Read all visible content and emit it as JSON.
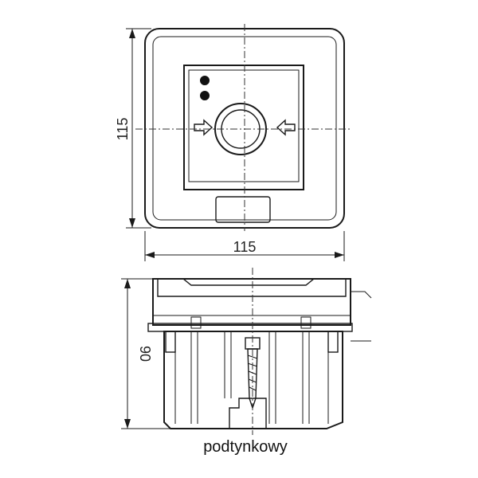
{
  "top_view": {
    "dimension_height": "115",
    "dimension_width": "115"
  },
  "side_view": {
    "dimension_height": "90"
  },
  "caption": "podtynkowy"
}
